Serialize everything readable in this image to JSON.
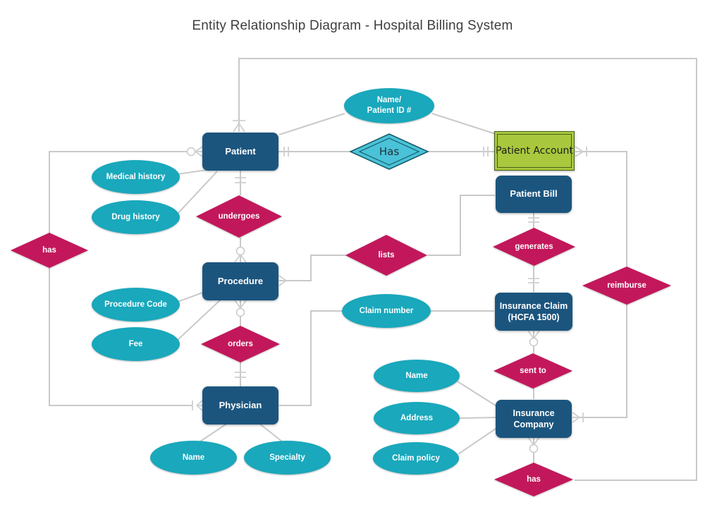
{
  "title": "Entity Relationship Diagram - Hospital Billing System",
  "colors": {
    "entity_fill": "#1b557e",
    "attribute_fill": "#19a8bc",
    "relationship_fill": "#c2185b",
    "account_fill": "#a9c83d",
    "account_border": "#46611c",
    "key_relationship_fill": "#4ac2d8",
    "key_relationship_border": "#175d68",
    "connector": "#c9c9c9",
    "title_text": "#3e3e3e"
  },
  "entities": {
    "patient": {
      "label": "Patient"
    },
    "patient_account": {
      "label": "Patient Account"
    },
    "patient_bill": {
      "label": "Patient Bill"
    },
    "procedure": {
      "label": "Procedure"
    },
    "physician": {
      "label": "Physician"
    },
    "insurance_claim": {
      "label": "Insurance Claim\n(HCFA 1500)"
    },
    "insurance_company": {
      "label": "Insurance\nCompany"
    }
  },
  "relationships": {
    "has_patient_physician": {
      "label": "has"
    },
    "has_main": {
      "label": "Has"
    },
    "undergoes": {
      "label": "undergoes"
    },
    "orders": {
      "label": "orders"
    },
    "lists": {
      "label": "lists"
    },
    "generates": {
      "label": "generates"
    },
    "reimburse": {
      "label": "reimburse"
    },
    "sent_to": {
      "label": "sent to"
    },
    "has_insurance": {
      "label": "has"
    }
  },
  "attributes": {
    "name_patient_id": {
      "label": "Name/\nPatient ID #"
    },
    "medical_history": {
      "label": "Medical history"
    },
    "drug_history": {
      "label": "Drug history"
    },
    "procedure_code": {
      "label": "Procedure Code"
    },
    "fee": {
      "label": "Fee"
    },
    "physician_name": {
      "label": "Name"
    },
    "specialty": {
      "label": "Specialty"
    },
    "claim_number": {
      "label": "Claim number"
    },
    "company_name": {
      "label": "Name"
    },
    "address": {
      "label": "Address"
    },
    "claim_policy": {
      "label": "Claim policy"
    }
  }
}
